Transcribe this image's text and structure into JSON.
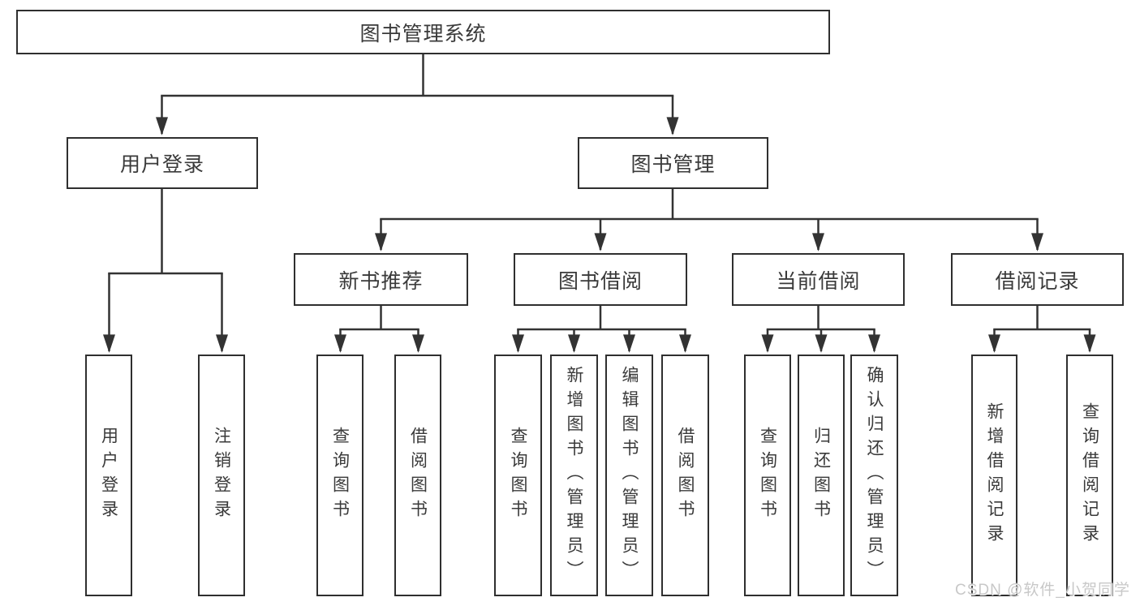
{
  "tree": {
    "label": "图书管理系统",
    "children": [
      {
        "label": "用户登录",
        "children": [
          {
            "label": "用户登录"
          },
          {
            "label": "注销登录"
          }
        ]
      },
      {
        "label": "图书管理",
        "children": [
          {
            "label": "新书推荐",
            "children": [
              {
                "label": "查询图书"
              },
              {
                "label": "借阅图书"
              }
            ]
          },
          {
            "label": "图书借阅",
            "children": [
              {
                "label": "查询图书"
              },
              {
                "label": "新增图书（管理员）"
              },
              {
                "label": "编辑图书（管理员）"
              },
              {
                "label": "借阅图书"
              }
            ]
          },
          {
            "label": "当前借阅",
            "children": [
              {
                "label": "查询图书"
              },
              {
                "label": "归还图书"
              },
              {
                "label": "确认归还（管理员）"
              }
            ]
          },
          {
            "label": "借阅记录",
            "children": [
              {
                "label": "新增借阅记录"
              },
              {
                "label": "查询借阅记录"
              }
            ]
          }
        ]
      }
    ]
  },
  "watermark": {
    "text": "CSDN @软件_小贺同学"
  },
  "colors": {
    "line_color": "#333333",
    "box_border": "#2f2f2f",
    "text_color": "#3a3a3a",
    "background": "#ffffff",
    "watermark_color": "#c8c8c8"
  }
}
